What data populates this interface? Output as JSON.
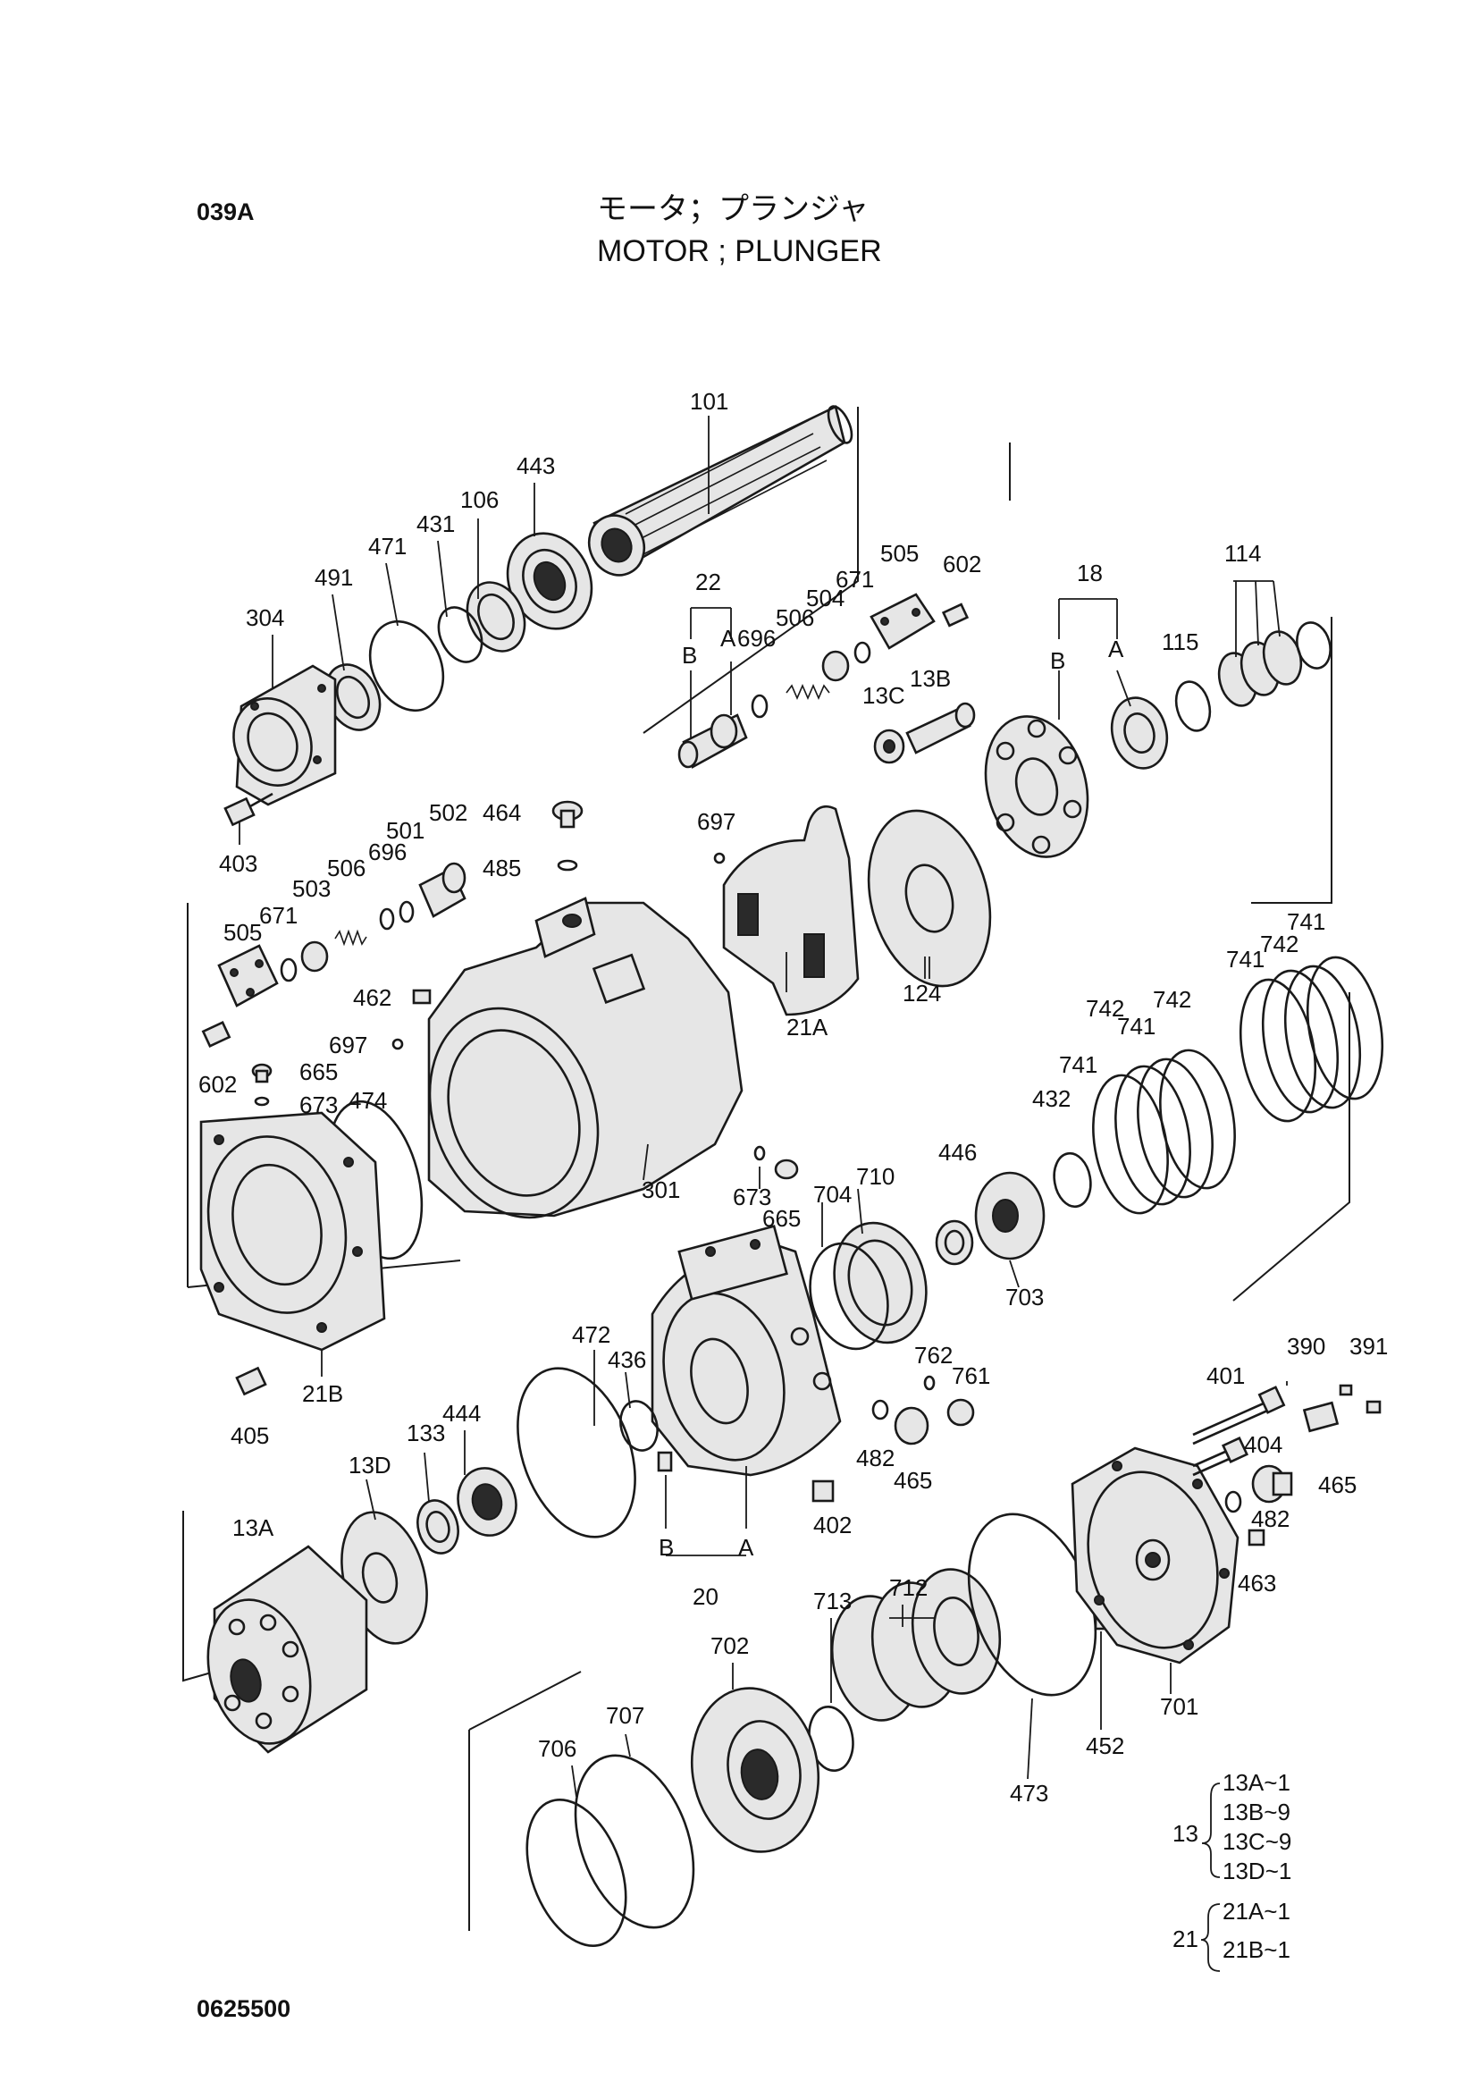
{
  "header": {
    "page_code": "039A",
    "title_jp": "モータ；プランジャ",
    "title_en": "MOTOR ; PLUNGER"
  },
  "footer": {
    "drawing_number": "0625500"
  },
  "callouts": {
    "c101": "101",
    "c443": "443",
    "c106": "106",
    "c431": "431",
    "c471": "471",
    "c491": "491",
    "c304": "304",
    "c403": "403",
    "c22": "22",
    "c22b": "B",
    "c22a": "A",
    "c696a": "696",
    "c506a": "506",
    "c504": "504",
    "c671a": "671",
    "c505a": "505",
    "c602a": "602",
    "c13c": "13C",
    "c13b": "13B",
    "c18": "18",
    "c18b": "B",
    "c18a": "A",
    "c115": "115",
    "c114": "114",
    "c464": "464",
    "c697a": "697",
    "c485": "485",
    "c502": "502",
    "c501": "501",
    "c696b": "696",
    "c506b": "506",
    "c503": "503",
    "c671b": "671",
    "c505b": "505",
    "c602b": "602",
    "c462": "462",
    "c697b": "697",
    "c665a": "665",
    "c673a": "673",
    "c474": "474",
    "c124": "124",
    "c21a": "21A",
    "c741a": "741",
    "c742a": "742",
    "c741b": "741",
    "c742b": "742",
    "c741c": "741",
    "c742c": "742",
    "c741d": "741",
    "c432": "432",
    "c301": "301",
    "c673b": "673",
    "c665b": "665",
    "c704": "704",
    "c710": "710",
    "c446": "446",
    "c703": "703",
    "c21b": "21B",
    "c405": "405",
    "c472": "472",
    "c436": "436",
    "c762": "762",
    "c761": "761",
    "c482a": "482",
    "c465a": "465",
    "c402": "402",
    "c20": "20",
    "c20b": "B",
    "c20a": "A",
    "c401": "401",
    "c390": "390",
    "c391": "391",
    "c404": "404",
    "c465b": "465",
    "c482b": "482",
    "c463": "463",
    "c444": "444",
    "c133": "133",
    "c13d": "13D",
    "c13a": "13A",
    "c713": "713",
    "c712": "712",
    "c702": "702",
    "c707": "707",
    "c706": "706",
    "c473": "473",
    "c452": "452",
    "c701": "701"
  },
  "assembly_notes": {
    "group13": {
      "label": "13",
      "items": [
        "13A~1",
        "13B~9",
        "13C~9",
        "13D~1"
      ]
    },
    "group21": {
      "label": "21",
      "items": [
        "21A~1",
        "21B~1"
      ]
    }
  }
}
